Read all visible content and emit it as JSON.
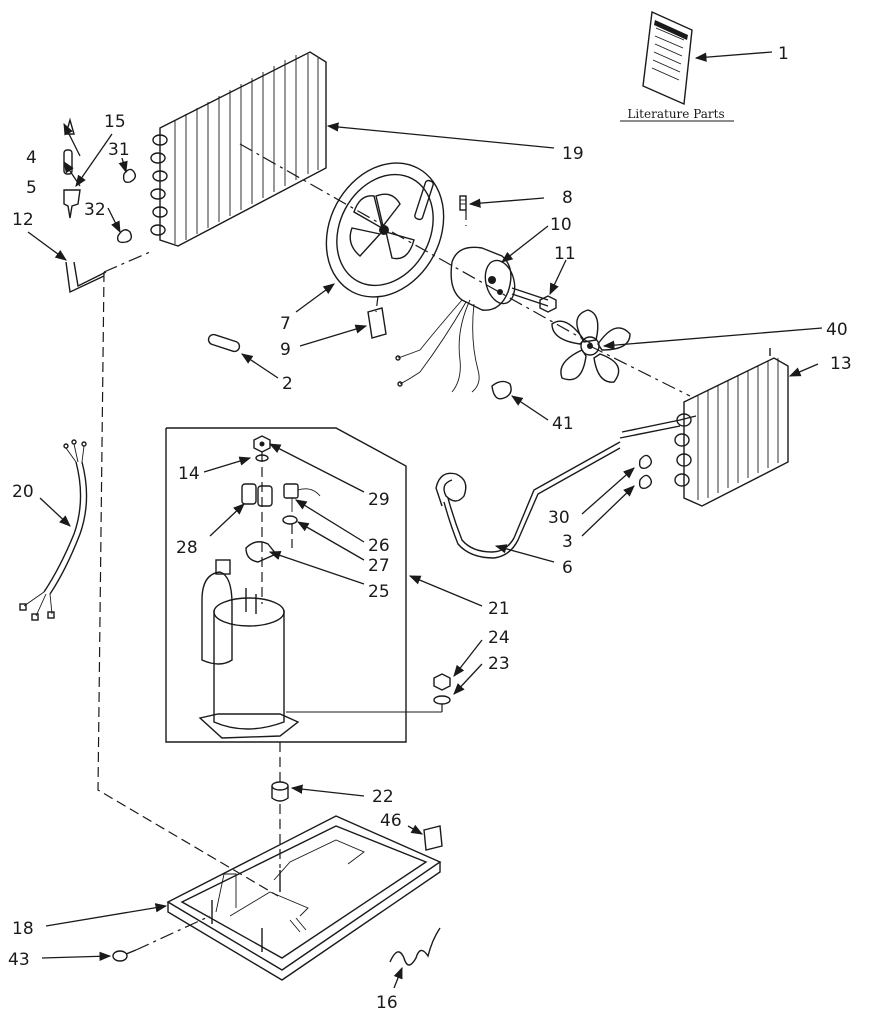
{
  "caption": "Literature Parts",
  "callouts": [
    {
      "id": "c1",
      "text": "1"
    },
    {
      "id": "c2",
      "text": "2"
    },
    {
      "id": "c3",
      "text": "3"
    },
    {
      "id": "c4",
      "text": "4"
    },
    {
      "id": "c5",
      "text": "5"
    },
    {
      "id": "c6",
      "text": "6"
    },
    {
      "id": "c7",
      "text": "7"
    },
    {
      "id": "c8",
      "text": "8"
    },
    {
      "id": "c9",
      "text": "9"
    },
    {
      "id": "c10",
      "text": "10"
    },
    {
      "id": "c11",
      "text": "11"
    },
    {
      "id": "c12",
      "text": "12"
    },
    {
      "id": "c13",
      "text": "13"
    },
    {
      "id": "c14",
      "text": "14"
    },
    {
      "id": "c15",
      "text": "15"
    },
    {
      "id": "c16",
      "text": "16"
    },
    {
      "id": "c18",
      "text": "18"
    },
    {
      "id": "c19",
      "text": "19"
    },
    {
      "id": "c20",
      "text": "20"
    },
    {
      "id": "c21",
      "text": "21"
    },
    {
      "id": "c22",
      "text": "22"
    },
    {
      "id": "c23",
      "text": "23"
    },
    {
      "id": "c24",
      "text": "24"
    },
    {
      "id": "c25",
      "text": "25"
    },
    {
      "id": "c26",
      "text": "26"
    },
    {
      "id": "c27",
      "text": "27"
    },
    {
      "id": "c28",
      "text": "28"
    },
    {
      "id": "c29",
      "text": "29"
    },
    {
      "id": "c30",
      "text": "30"
    },
    {
      "id": "c31",
      "text": "31"
    },
    {
      "id": "c32",
      "text": "32"
    },
    {
      "id": "c40",
      "text": "40"
    },
    {
      "id": "c41",
      "text": "41"
    },
    {
      "id": "c43",
      "text": "43"
    },
    {
      "id": "c46",
      "text": "46"
    }
  ]
}
